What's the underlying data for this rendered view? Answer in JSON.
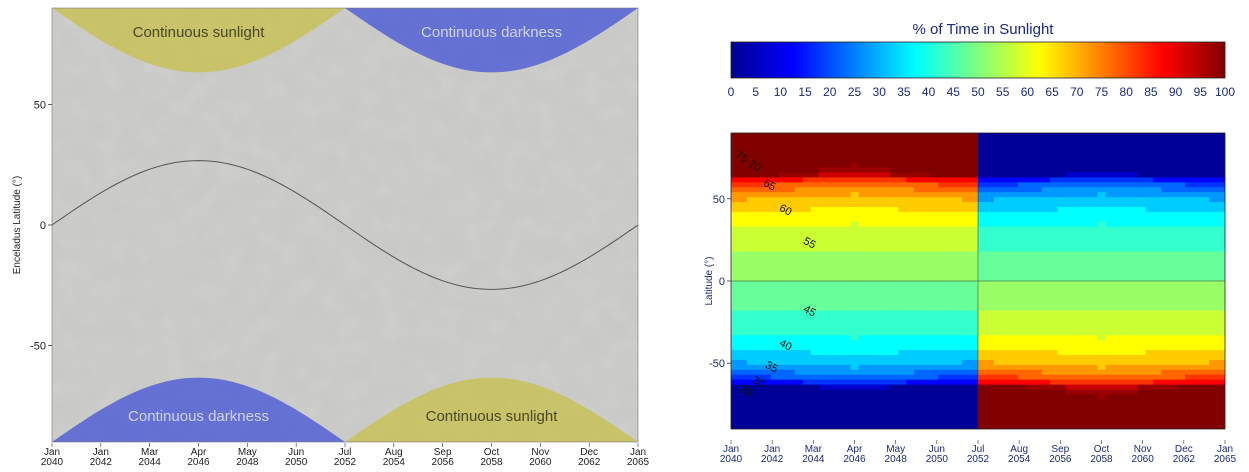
{
  "chart_data": [
    {
      "type": "map",
      "title": "",
      "ylabel": "Enceladus Latitude (°)",
      "xlabel": "",
      "ylim": [
        -90,
        90
      ],
      "y_ticks": [
        50,
        0,
        -50
      ],
      "x_ticks": [
        {
          "month": "Jan",
          "year": "2040"
        },
        {
          "month": "Jan",
          "year": "2042"
        },
        {
          "month": "Mar",
          "year": "2044"
        },
        {
          "month": "Apr",
          "year": "2046"
        },
        {
          "month": "May",
          "year": "2048"
        },
        {
          "month": "Jun",
          "year": "2050"
        },
        {
          "month": "Jul",
          "year": "2052"
        },
        {
          "month": "Aug",
          "year": "2054"
        },
        {
          "month": "Sep",
          "year": "2056"
        },
        {
          "month": "Oct",
          "year": "2058"
        },
        {
          "month": "Nov",
          "year": "2060"
        },
        {
          "month": "Dec",
          "year": "2062"
        },
        {
          "month": "Jan",
          "year": "2065"
        }
      ],
      "subsolar_latitude_amplitude_deg": 26.7,
      "regions": [
        {
          "label": "Continuous sunlight",
          "hemisphere": "north",
          "period": "first half",
          "color": "#c8c040"
        },
        {
          "label": "Continuous darkness",
          "hemisphere": "north",
          "period": "second half",
          "color": "#3a4ad8"
        },
        {
          "label": "Continuous darkness",
          "hemisphere": "south",
          "period": "first half",
          "color": "#3a4ad8"
        },
        {
          "label": "Continuous sunlight",
          "hemisphere": "south",
          "period": "second half",
          "color": "#c8c040"
        }
      ]
    },
    {
      "type": "heatmap",
      "title": "",
      "ylabel": "Latitude (°)",
      "xlabel": "",
      "ylim": [
        -90,
        90
      ],
      "y_ticks": [
        50,
        0,
        -50
      ],
      "colorbar": {
        "title": "% of Time in Sunlight",
        "range": [
          0,
          100
        ],
        "ticks": [
          "0",
          "5",
          "10",
          "15",
          "20",
          "25",
          "30",
          "35",
          "40",
          "45",
          "50",
          "55",
          "60",
          "65",
          "70",
          "75",
          "80",
          "85",
          "90",
          "95",
          "100"
        ]
      },
      "contour_labels": [
        {
          "text": "75",
          "level": 75
        },
        {
          "text": "70",
          "level": 70
        },
        {
          "text": "65",
          "level": 65
        },
        {
          "text": "60",
          "level": 60
        },
        {
          "text": "55",
          "level": 55
        },
        {
          "text": "45",
          "level": 45
        },
        {
          "text": "40",
          "level": 40
        },
        {
          "text": "35",
          "level": 35
        },
        {
          "text": "30",
          "level": 30
        },
        {
          "text": "25",
          "level": 25
        }
      ]
    }
  ]
}
